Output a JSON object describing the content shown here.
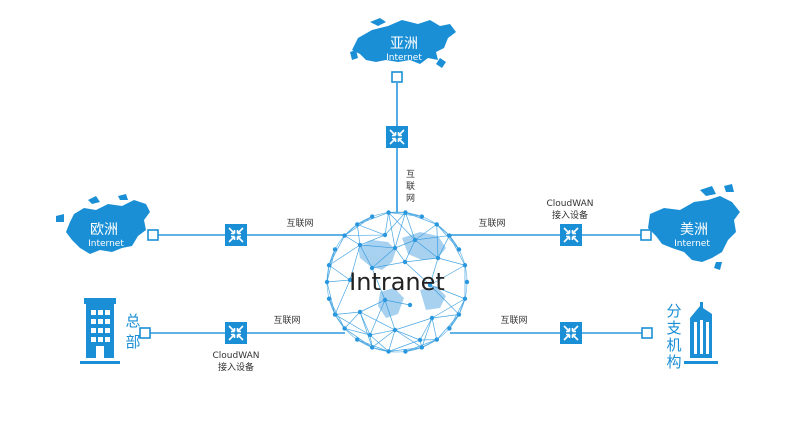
{
  "colors": {
    "primary": "#1a8fd6",
    "line": "#2a97de",
    "text": "#333333",
    "white": "#ffffff"
  },
  "regions": {
    "asia": {
      "name": "亚洲",
      "sub": "Internet"
    },
    "europe": {
      "name": "欧洲",
      "sub": "Internet"
    },
    "america": {
      "name": "美洲",
      "sub": "Internet"
    }
  },
  "hq": {
    "chars": [
      "总",
      "部"
    ]
  },
  "branch": {
    "chars": [
      "分",
      "支",
      "机",
      "构"
    ]
  },
  "center": {
    "label": "Intranet"
  },
  "links": {
    "top": [
      "互",
      "联",
      "网"
    ],
    "left_upper": "互联网",
    "right_upper": "互联网",
    "left_lower": "互联网",
    "right_lower": "互联网"
  },
  "devices": {
    "right_upper_caption": [
      "CloudWAN",
      "接入设备"
    ],
    "left_lower_caption": [
      "CloudWAN",
      "接入设备"
    ]
  },
  "icons": {
    "switch": "switch-icon",
    "port": "port-icon",
    "globe": "globe-icon",
    "map": "world-map-icon",
    "building": "building-icon",
    "tower": "tower-icon"
  }
}
